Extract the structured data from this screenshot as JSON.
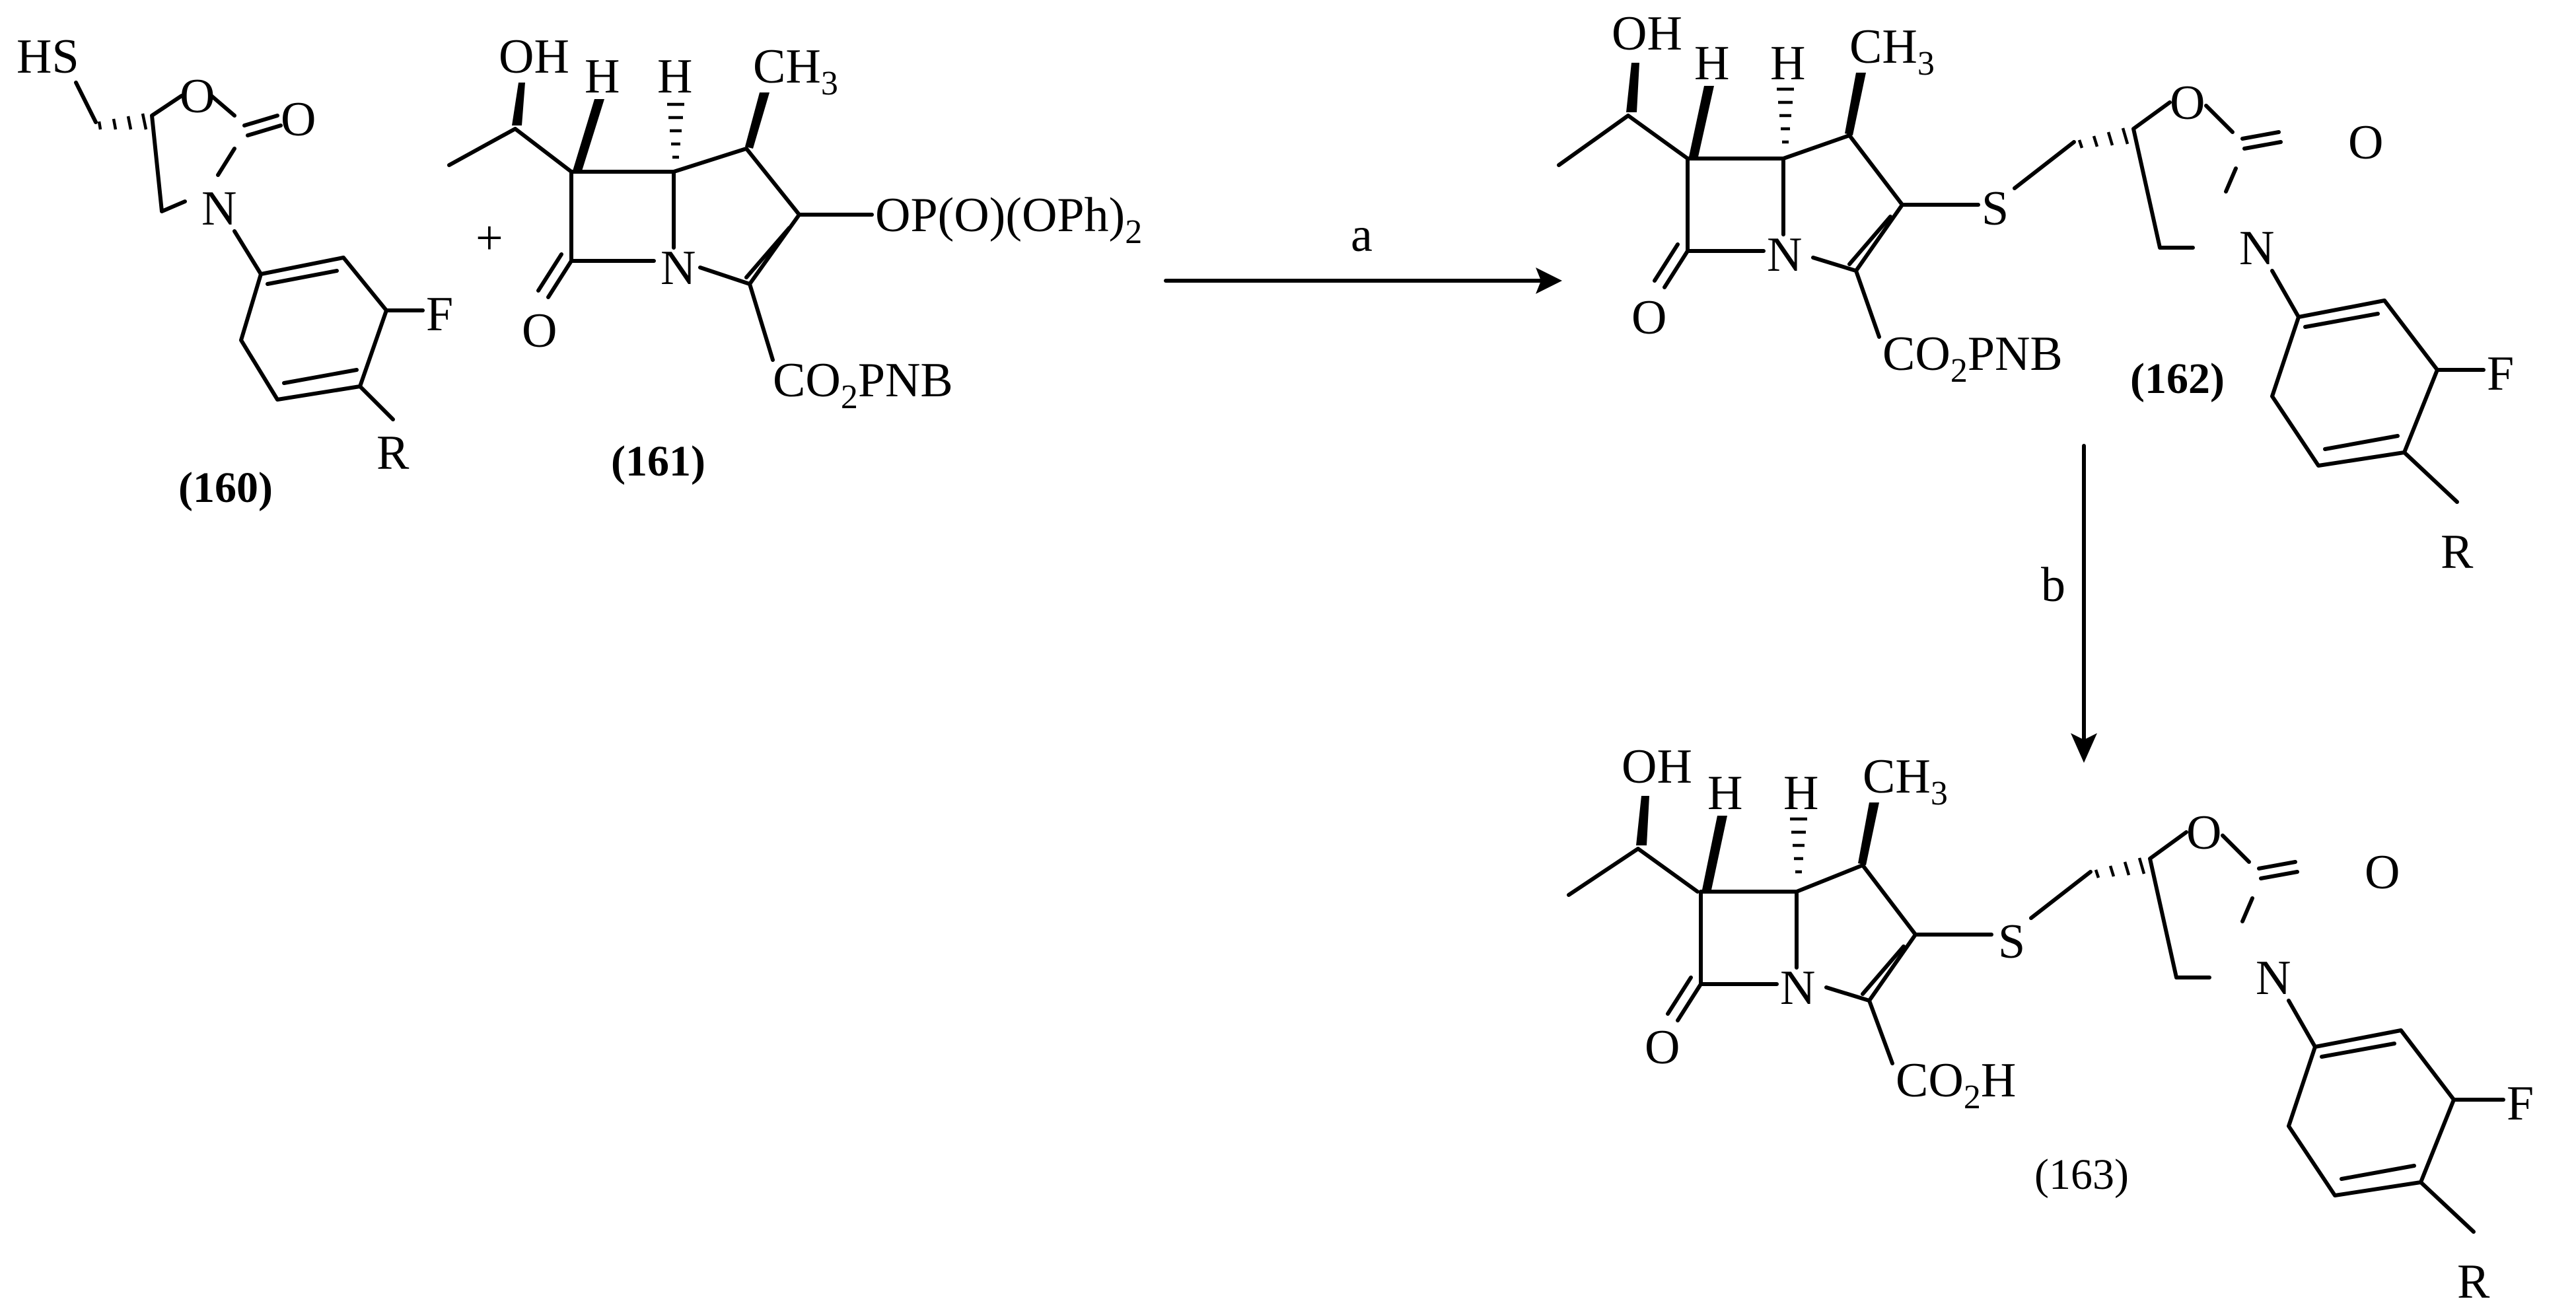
{
  "scheme": {
    "plus_sign": "+",
    "conditions": {
      "a": "a",
      "b": "b"
    },
    "compounds": {
      "c160": {
        "label": "(160)",
        "HS": "HS",
        "O": "O",
        "O2": "O",
        "N": "N",
        "F": "F",
        "R": "R"
      },
      "c161": {
        "label": "(161)",
        "OH": "OH",
        "H1": "H",
        "H2": "H",
        "CH": "CH",
        "CH3_sub": "3",
        "O_keto": "O",
        "N": "N",
        "OPO_a": "OP(O)(OPh)",
        "OPO_sub": "2",
        "CO": "CO",
        "CO_sub": "2",
        "PNB": "PNB"
      },
      "c162": {
        "label": "(162)",
        "OH": "OH",
        "H1": "H",
        "H2": "H",
        "CH": "CH",
        "CH3_sub": "3",
        "O_keto": "O",
        "N": "N",
        "S": "S",
        "CO": "CO",
        "CO_sub": "2",
        "PNB": "PNB",
        "O_ring": "O",
        "O_exo": "O",
        "N2": "N",
        "F": "F",
        "R": "R"
      },
      "c163": {
        "label": "(163)",
        "OH": "OH",
        "H1": "H",
        "H2": "H",
        "CH": "CH",
        "CH3_sub": "3",
        "O_keto": "O",
        "N": "N",
        "S": "S",
        "CO": "CO",
        "CO_sub": "2",
        "H_acid": "H",
        "O_ring": "O",
        "O_exo": "O",
        "N2": "N",
        "F": "F",
        "R": "R"
      }
    }
  }
}
